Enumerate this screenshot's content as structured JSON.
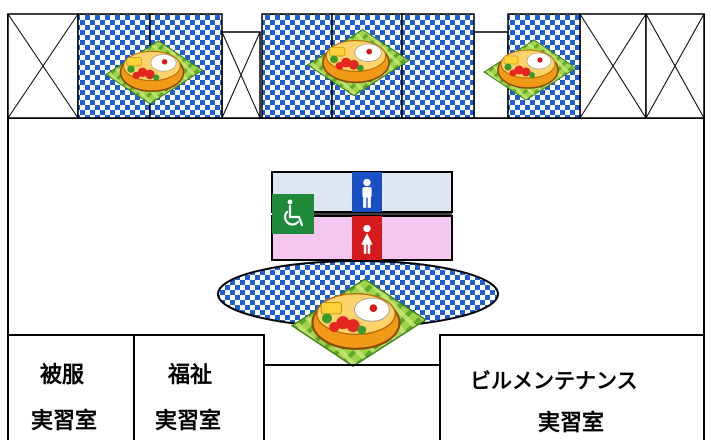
{
  "rooms": {
    "hifuku": {
      "line1": "被服",
      "line2": "実習室"
    },
    "fukushi": {
      "line1": "福祉",
      "line2": "実習室"
    },
    "building_maintenance": {
      "line1": "ビルメンテナンス",
      "line2": "実習室"
    }
  },
  "symbols": {
    "lunch_area_icon": "bento-box-icon",
    "accessible_toilet_icon": "wheelchair-icon",
    "mens_toilet_icon": "male-person-icon",
    "womens_toilet_icon": "female-person-icon"
  },
  "colors": {
    "lunch_area_pattern": "#1f5fd6",
    "accessible_sign": "#1e8a3a",
    "mens_sign": "#1a4fc4",
    "womens_sign": "#d41a1a",
    "mens_room": "#dde6f2",
    "womens_room": "#f5c6f0"
  }
}
